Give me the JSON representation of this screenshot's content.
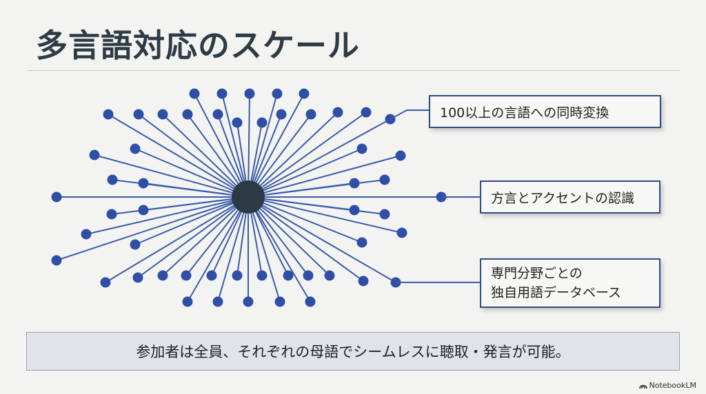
{
  "title": "多言語対応のスケール",
  "callouts": [
    {
      "text": "100以上の言語への同時変換"
    },
    {
      "text": "方言とアクセントの認識"
    },
    {
      "lines": [
        "専門分野ごとの",
        "独自用語データベース"
      ]
    }
  ],
  "bottom_text": "参加者は全員、それぞれの母語でシームレスに聴取・発言が可能。",
  "brand": {
    "name": "NotebookLM",
    "icon": "notebooklm-logo-icon"
  },
  "colors": {
    "hub": "#2c3a46",
    "spoke_line": "#3a5ba8",
    "node": "#2f4fa6",
    "callout_border": "#2f4a86",
    "title": "#2e3a44"
  }
}
